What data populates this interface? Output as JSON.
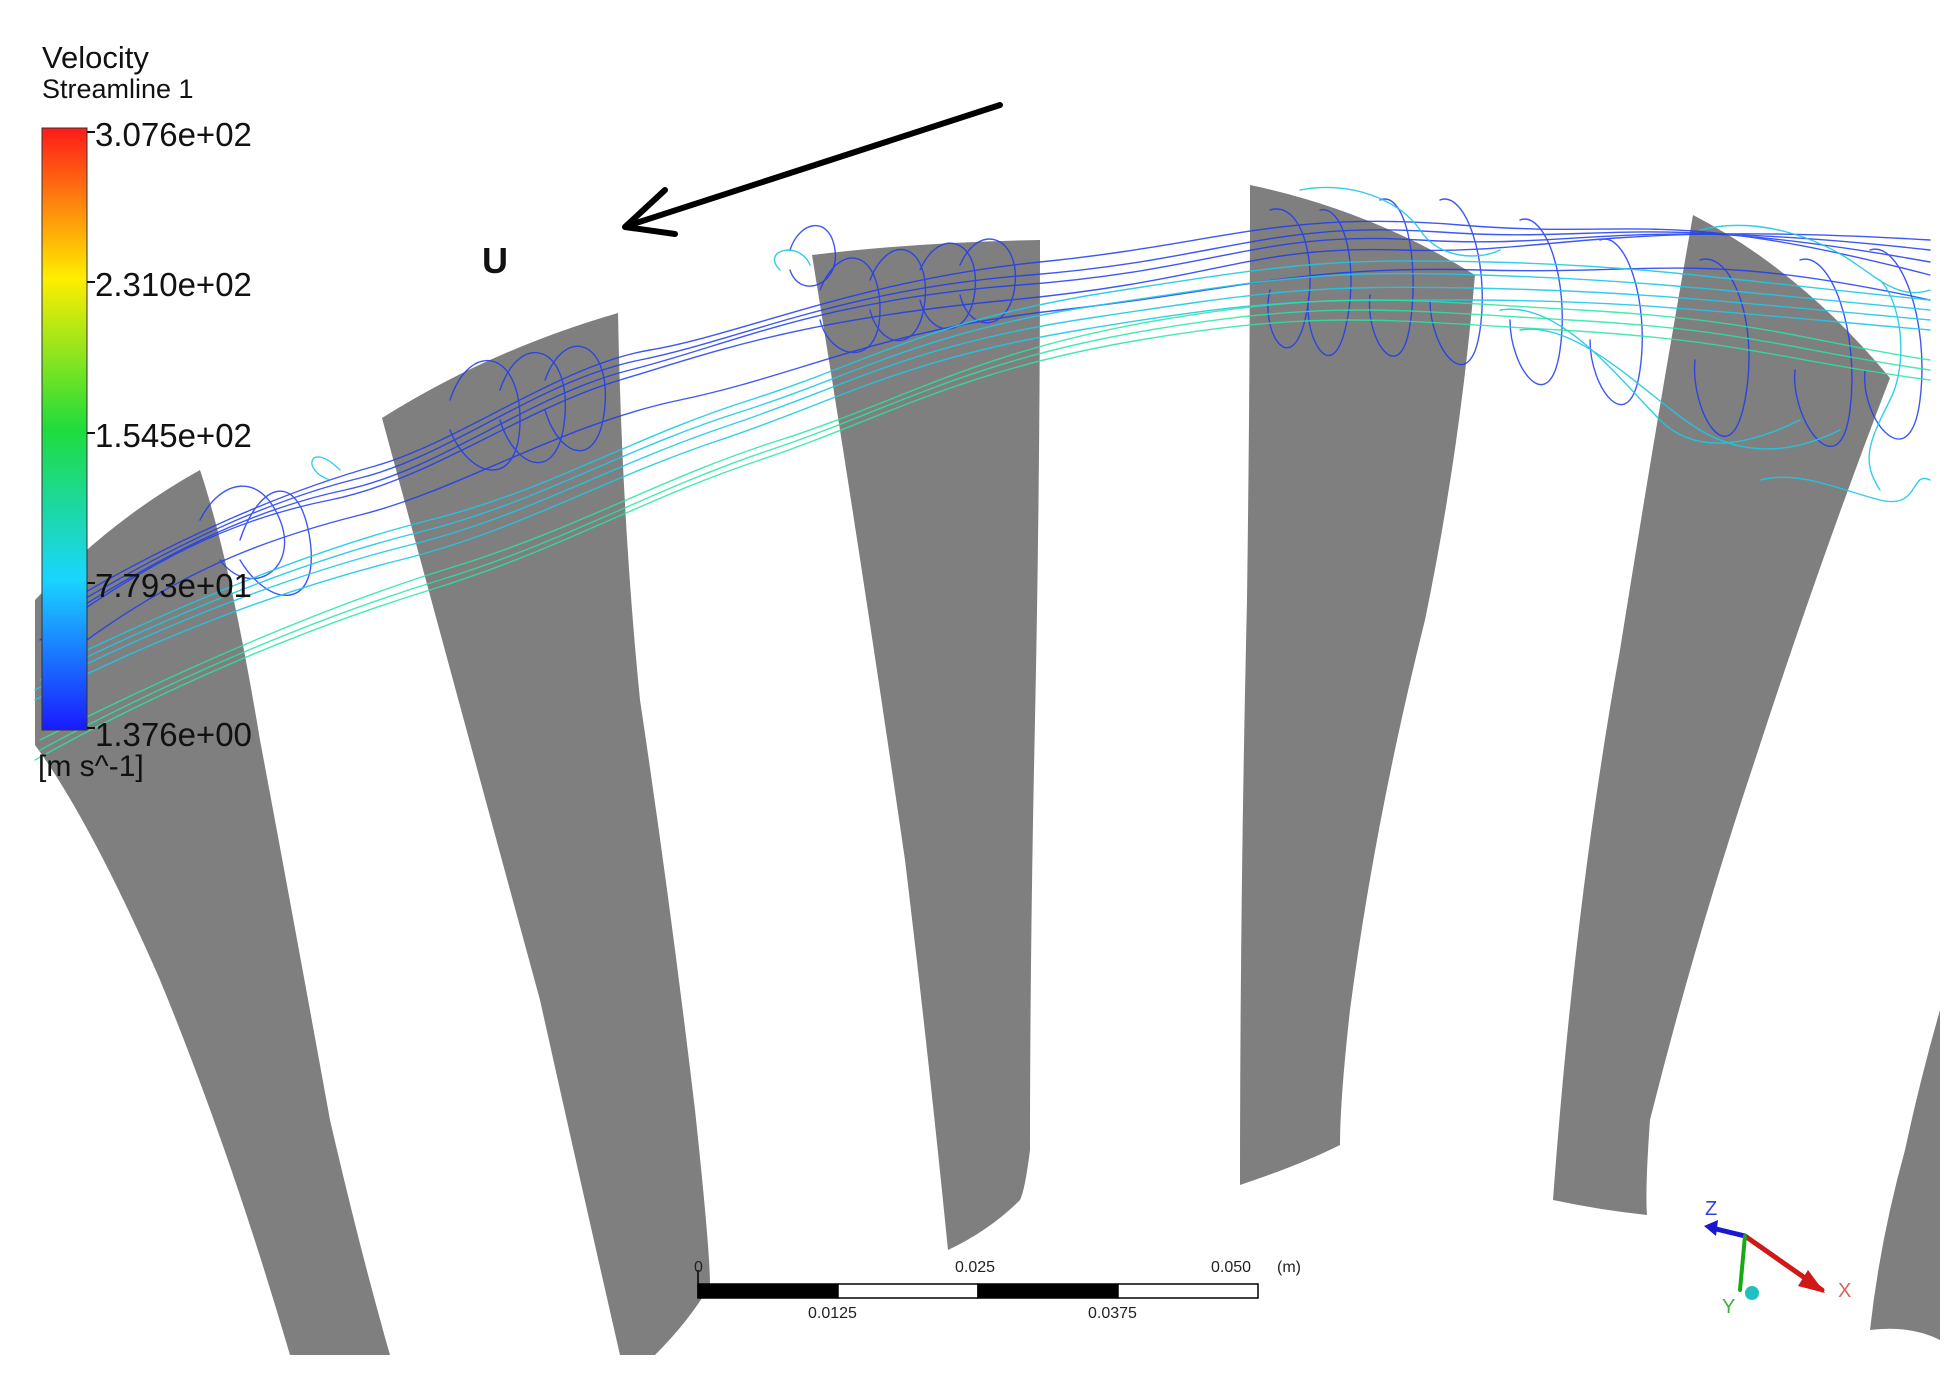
{
  "legend": {
    "title": "Velocity",
    "subtitle": "Streamline 1",
    "ticks": [
      "3.076e+02",
      "2.310e+02",
      "1.545e+02",
      "7.793e+01",
      "1.376e+00"
    ],
    "unit": "[m s^-1]",
    "colormap": [
      "#0000ff",
      "#00ffff",
      "#00ff00",
      "#ffff00",
      "#ff0000"
    ]
  },
  "annotation": {
    "label": "U"
  },
  "scale_bar": {
    "labels_top": [
      "0",
      "0.025",
      "0.050",
      "(m)"
    ],
    "labels_bottom": [
      "0.0125",
      "0.0375"
    ]
  },
  "triad": {
    "z": "Z",
    "x": "X",
    "y": "Y"
  },
  "colors": {
    "blade": "#7f7f7f",
    "background": "#ffffff",
    "streamline_slow": "#1e3cf0",
    "streamline_mid": "#1ec8e6",
    "streamline_fast": "#28e6a0"
  }
}
